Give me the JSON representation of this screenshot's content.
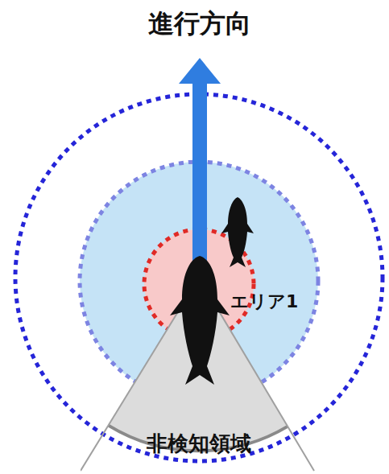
{
  "diagram": {
    "title": "進行方向",
    "nodes": [
      {
        "text": [
          "非検知領域"
        ]
      }
    ],
    "labels": [
      "エリア1"
    ]
  }
}
